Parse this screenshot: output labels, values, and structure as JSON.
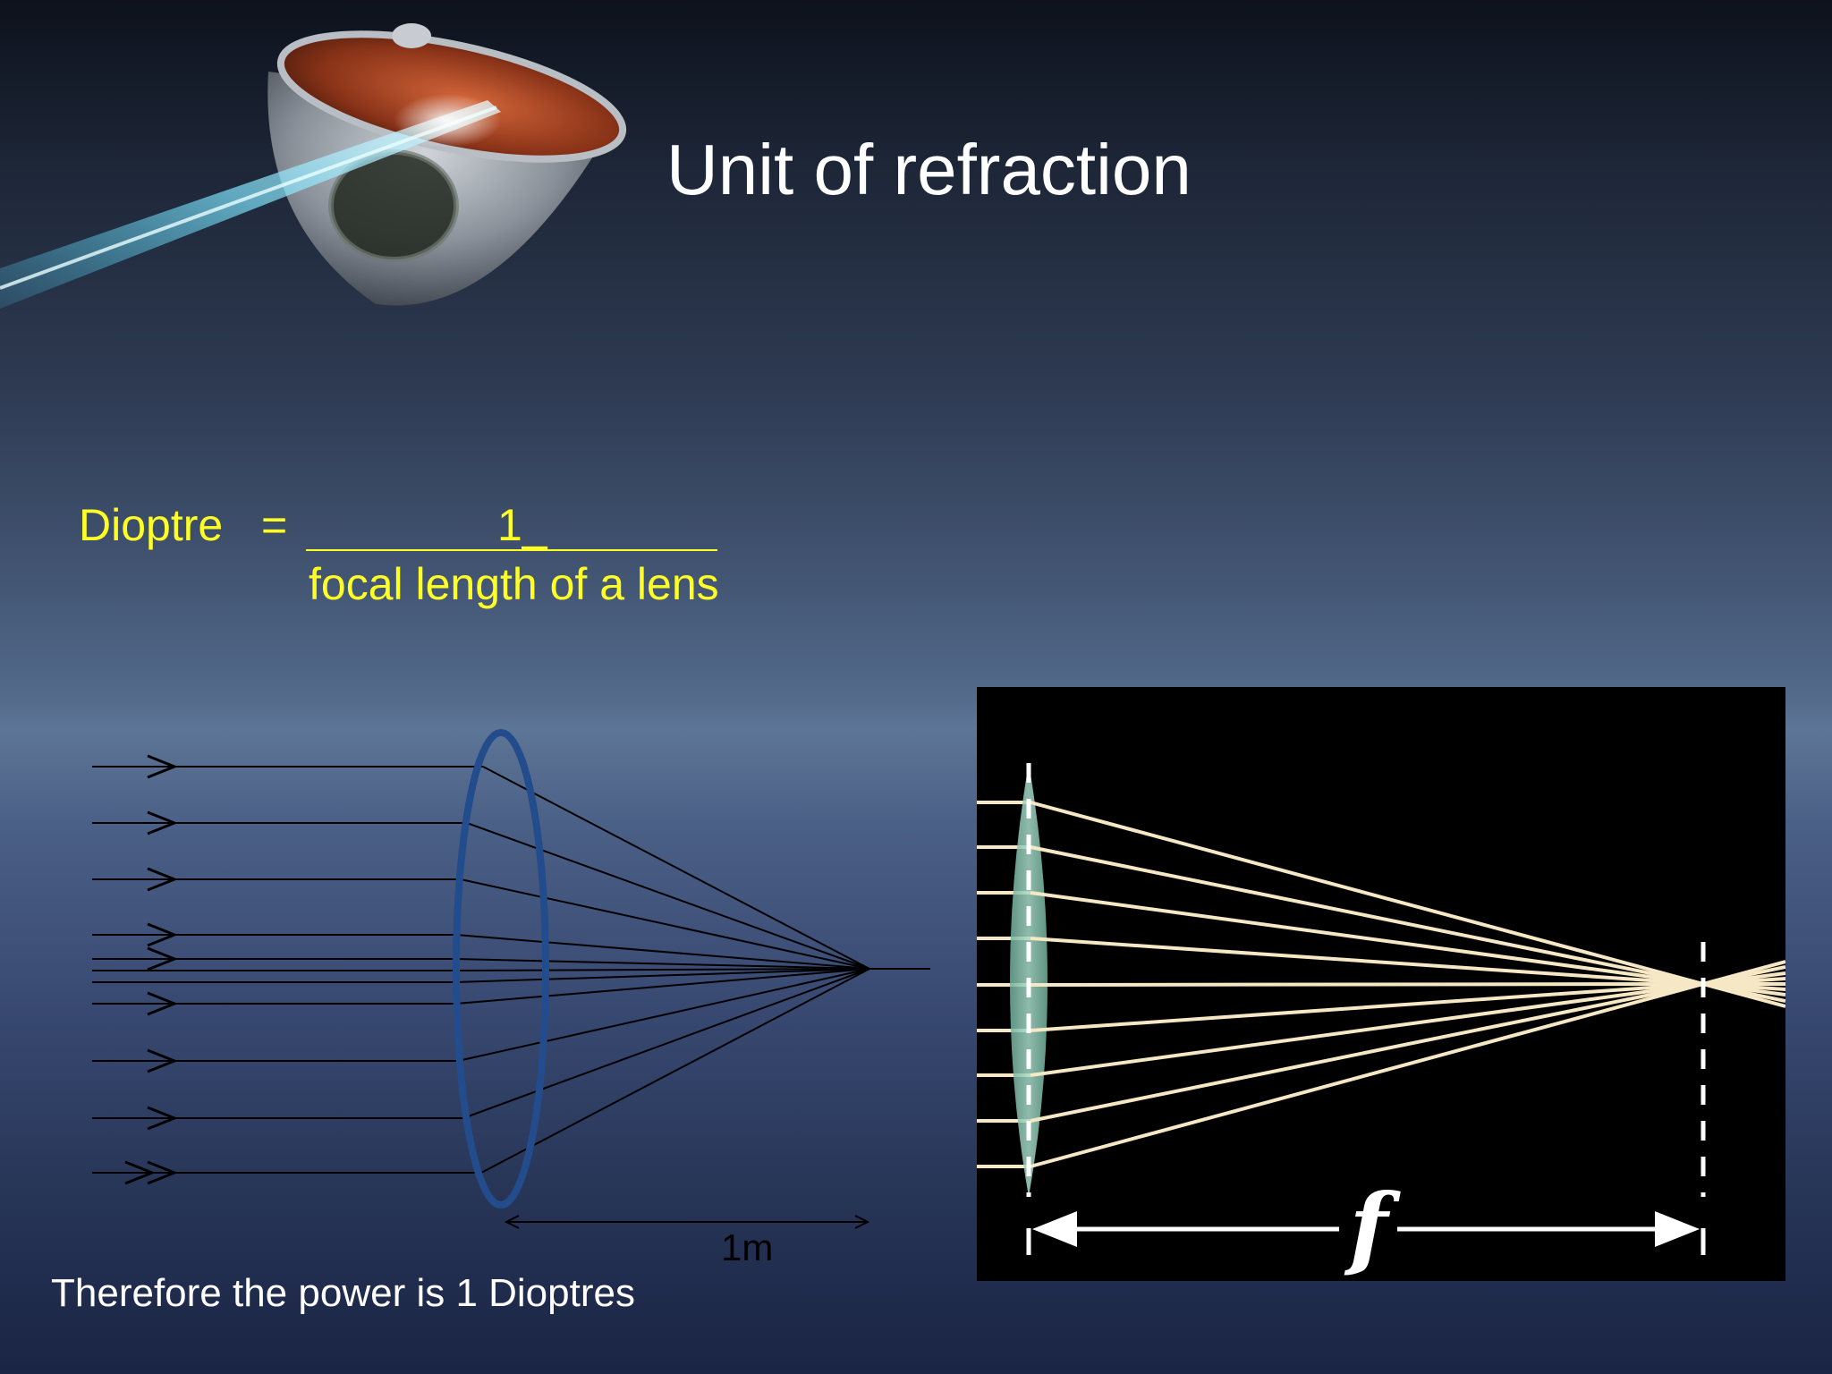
{
  "slide": {
    "title": "Unit of refraction"
  },
  "formula": {
    "left_term": "Dioptre",
    "equals": "=",
    "numerator": "1_",
    "denominator": "focal length of a lens",
    "text_color": "#ffff26"
  },
  "left_diagram": {
    "distance_label": "1m",
    "ray_color": "#000000",
    "lens_color": "#234c8c"
  },
  "conclusion": "Therefore the power is 1 Dioptres",
  "right_diagram": {
    "focal_symbol": "f",
    "background": "#000000",
    "ray_color": "#f6e8c4",
    "lens_color": "#8fc8b6"
  },
  "illustration": {
    "subject": "eye cross-section with incoming light beam"
  }
}
